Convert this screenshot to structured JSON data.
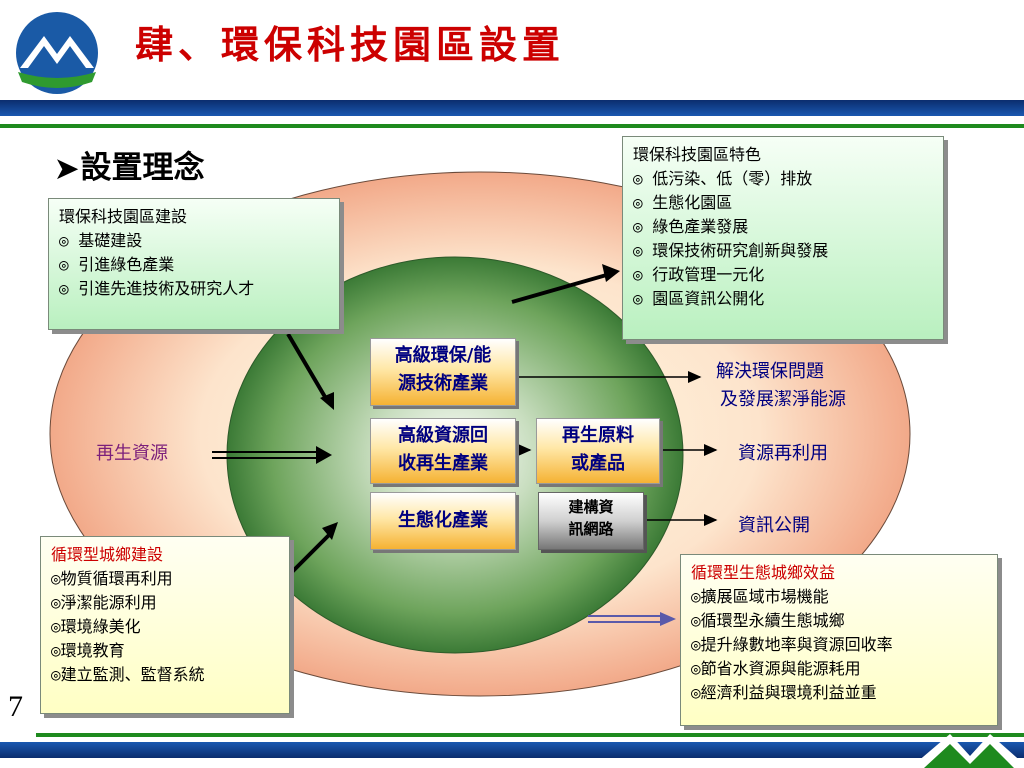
{
  "title": "肆、環保科技園區設置",
  "subtitle": "設置理念",
  "page_number": "7",
  "features_box": {
    "header": "環保科技園區特色",
    "items": [
      "◎ 低污染、低（零）排放",
      "◎ 生態化園區",
      "◎ 綠色產業發展",
      "◎ 環保技術研究創新與發展",
      "◎ 行政管理一元化",
      "◎ 園區資訊公開化"
    ]
  },
  "construction_box": {
    "header": "環保科技園區建設",
    "items": [
      "◎ 基礎建設",
      "◎ 引進綠色產業",
      "◎ 引進先進技術及研究人才"
    ]
  },
  "circular_city_box": {
    "header": "循環型城鄉建設",
    "items": [
      "◎物質循環再利用",
      "◎淨潔能源利用",
      "◎環境綠美化",
      "◎環境教育",
      "◎建立監測、監督系統"
    ]
  },
  "benefits_box": {
    "header": "循環型生態城鄉效益",
    "items": [
      "◎擴展區域市場機能",
      "◎循環型永續生態城鄉",
      "◎提升綠數地率與資源回收率",
      "◎節省水資源與能源耗用",
      "◎經濟利益與環境利益並重"
    ]
  },
  "industry_boxes": {
    "advanced_env_energy": [
      "高級環保/能",
      "源技術產業"
    ],
    "advanced_recovery": [
      "高級資源回",
      "收再生產業"
    ],
    "eco_industry": "生態化產業",
    "recycled_material": [
      "再生原料",
      "或產品"
    ],
    "info_network": [
      "建構資",
      "訊網路"
    ]
  },
  "labels": {
    "recycled_resources": "再生資源",
    "solve_env": [
      "解決環保問題",
      "及發展潔淨能源"
    ],
    "resource_reuse": "資源再利用",
    "info_public": "資訊公開"
  }
}
